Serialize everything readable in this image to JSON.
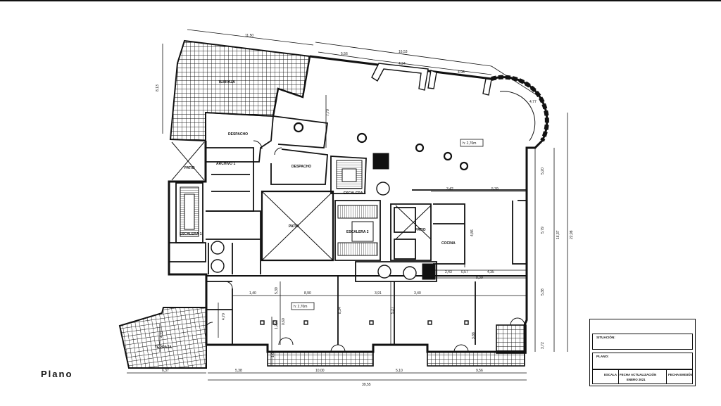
{
  "caption": "Plano",
  "plan": {
    "rooms": {
      "terraza_top": "TERRAZA",
      "terraza_bottom": "TERRAZA",
      "despacho_1": "DESPACHO",
      "despacho_2": "DESPACHO",
      "archivo": "ARCHIVO 1",
      "patio_left": "PATIO",
      "patio_center": "PATIO",
      "patio_right": "PATIO",
      "escalera_1": "ESCALERA 1",
      "escalera_2": "ESCALERA 2",
      "escalera_3": "ESCALERA 3",
      "cocina": "COCINA"
    },
    "heights": {
      "top": "h: 2,70m",
      "bottom": "h: 2,70m"
    },
    "dimensions": {
      "top_11_50": "11,50",
      "top_16_53": "16,53",
      "top_5_56": "5,56",
      "top_4_34": "4,34",
      "top_4_98": "4,98",
      "left_8_13": "8,13",
      "corner_4_77": "4,77",
      "mid_7_70": "7,70",
      "mid_3_42": "3,42",
      "mid_5_39": "5,39",
      "mid_4_86": "4,86",
      "mid_2_43": "2,43",
      "mid_0_57": "0,57",
      "mid_4_35": "4,35",
      "mid_8_39": "8,39",
      "right_5_20": "5,20",
      "right_5_79": "5,79",
      "right_5_38": "5,38",
      "right_3_72": "3,72",
      "right_16_37": "16,37",
      "right_22_98": "22,98",
      "low_1_40": "1,40",
      "low_5_39": "5,39",
      "low_8_90": "8,90",
      "low_3_91": "3,91",
      "low_3_40": "3,40",
      "low_8_34": "8,34",
      "low_5_27": "5,27",
      "low_4_70": "4,70",
      "low_1_20": "1,20",
      "low_0_60": "0,60",
      "low_1_06": "1,06",
      "low_3_88": "3,88",
      "low_4_32": "4,32",
      "bottom_6_37": "6,37",
      "bottom_5_38": "5,38",
      "bottom_10_00": "10,00",
      "bottom_5_10": "5,10",
      "bottom_9_56": "9,56",
      "bottom_39_55": "39,55"
    }
  },
  "title_block": {
    "situacion": "SITUACIÓN:",
    "plano": "PLANO:",
    "escala": "ESCALA",
    "fecha_actualizacion": "FECHA ACTUALIZACIÓN",
    "fecha_actualizacion_value": "ENERO 2021",
    "fecha_emision": "FECHA EMISIÓN"
  }
}
